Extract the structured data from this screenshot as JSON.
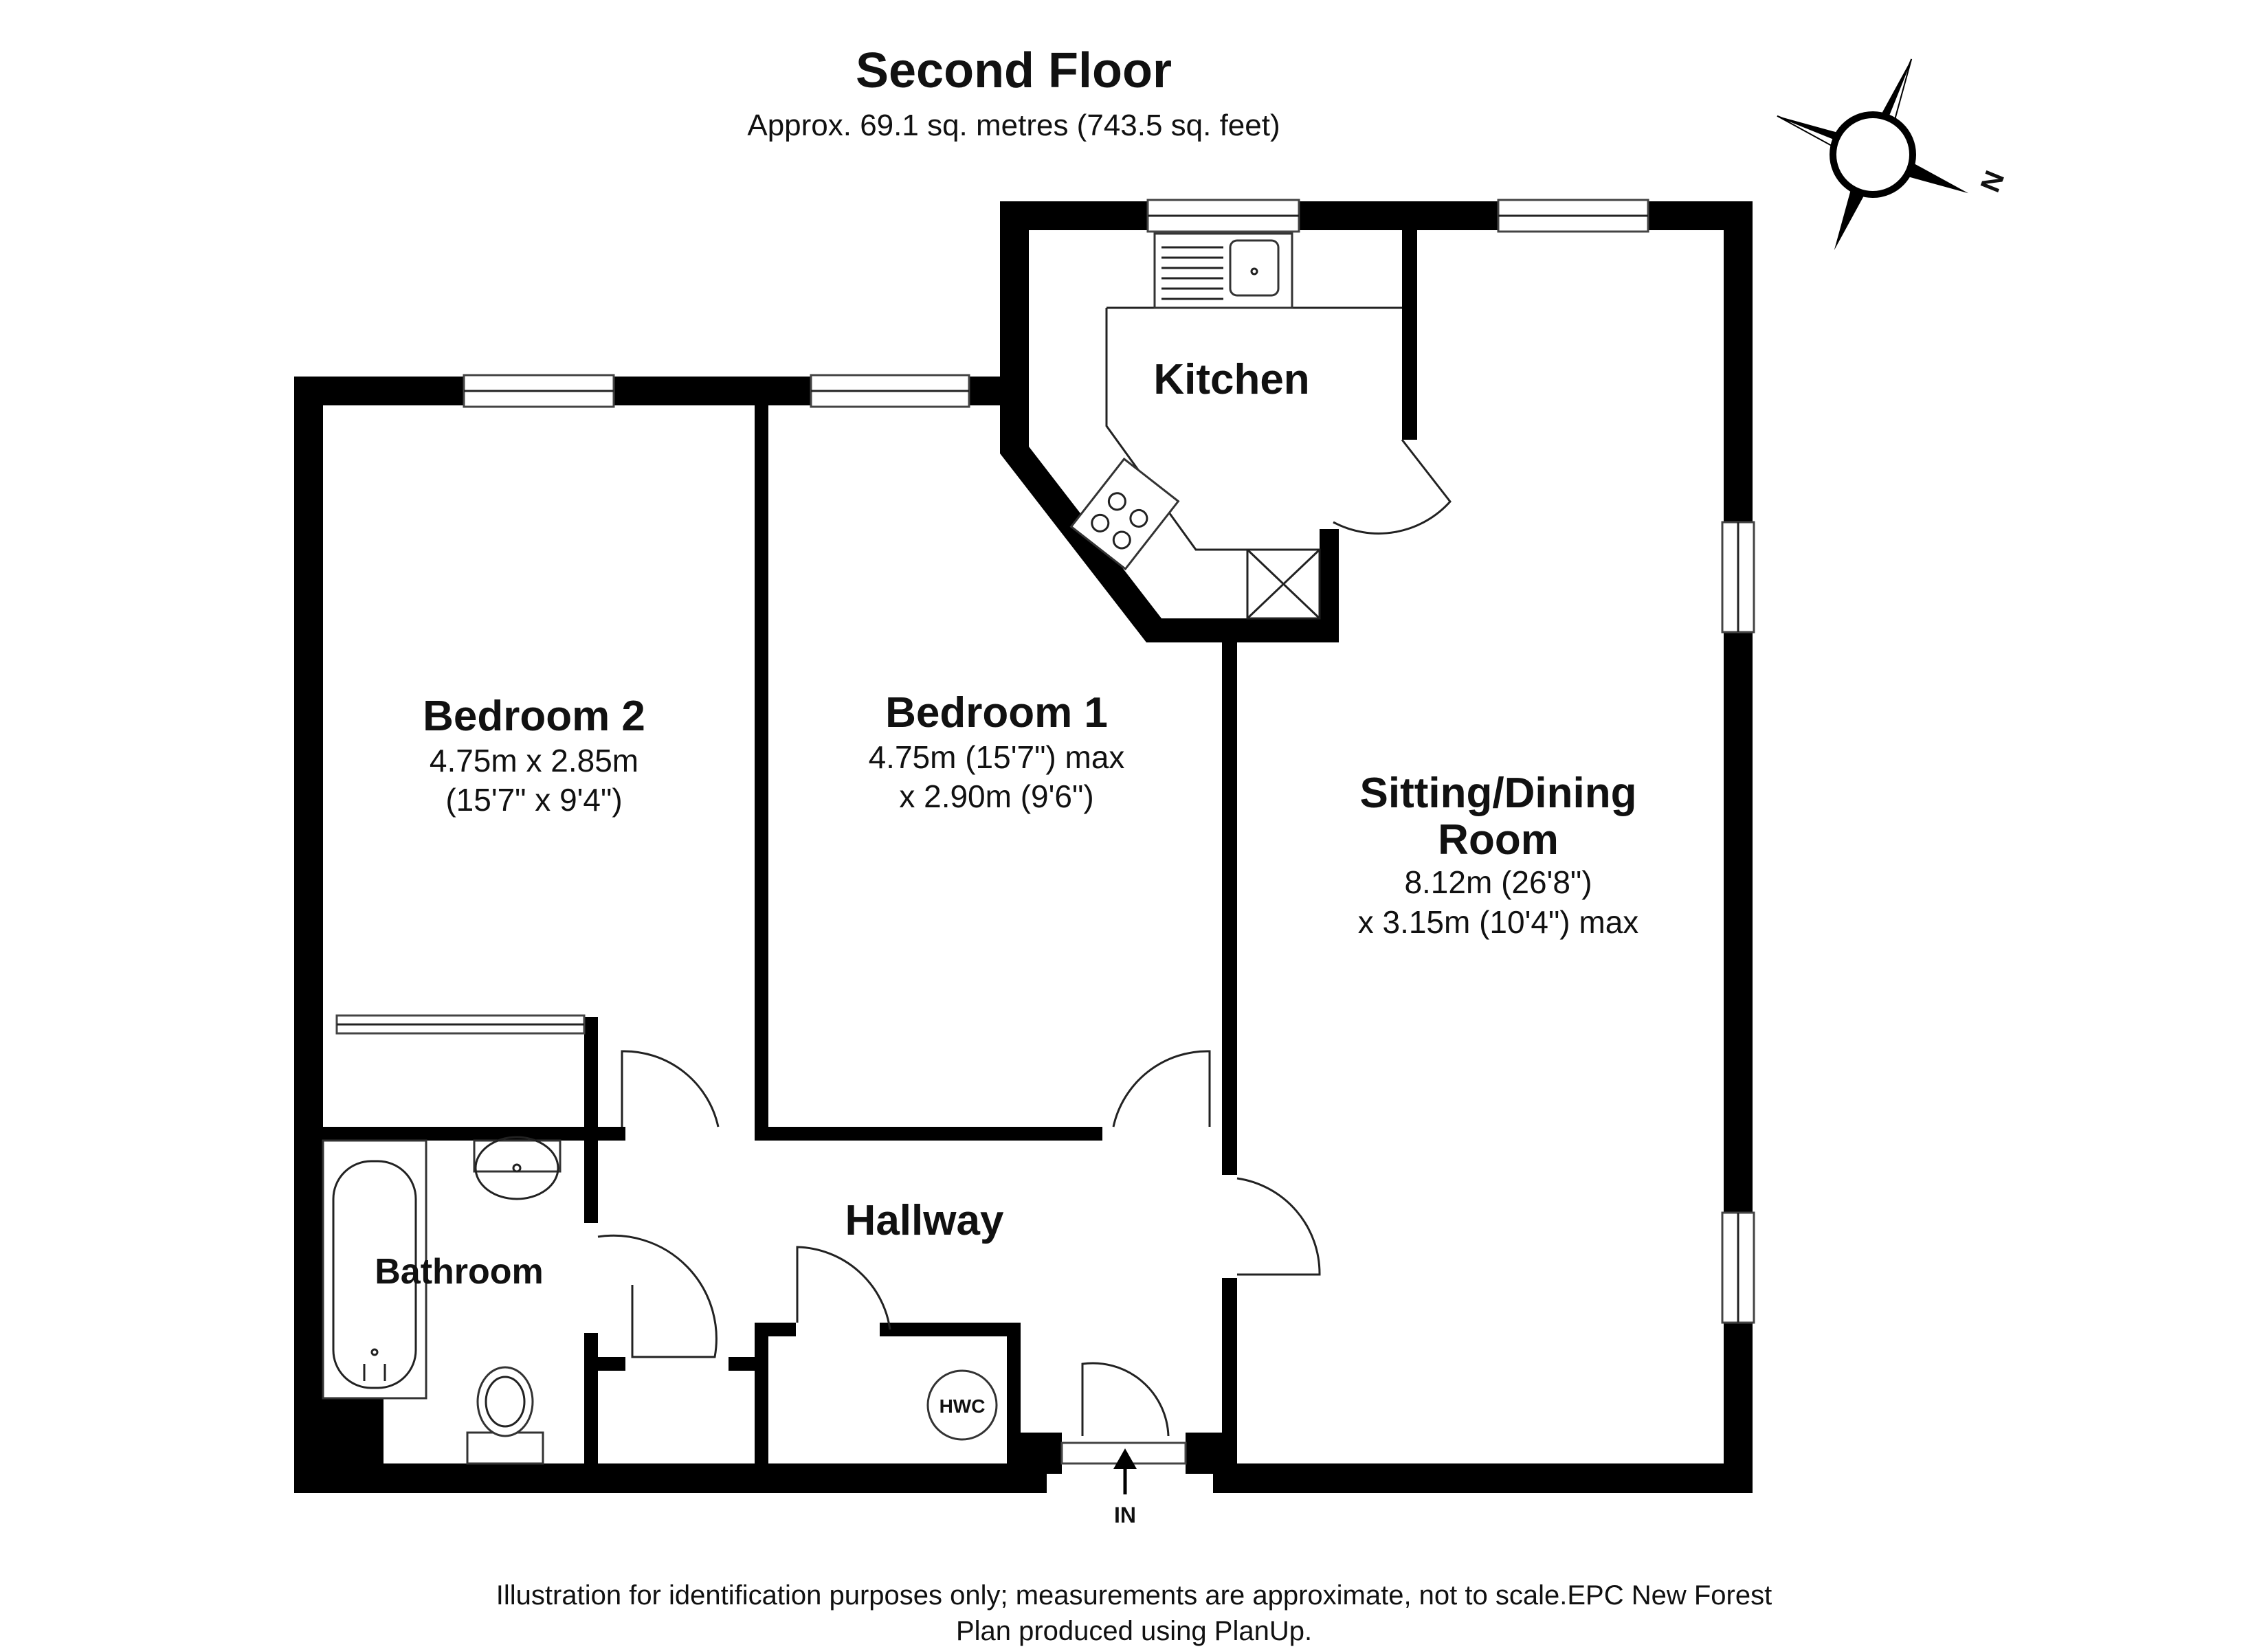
{
  "header": {
    "floor_title": "Second Floor",
    "floor_area": "Approx. 69.1 sq. metres (743.5 sq. feet)"
  },
  "compass": {
    "north_label": "N"
  },
  "rooms": {
    "bedroom2": {
      "name": "Bedroom 2",
      "dim1": "4.75m x 2.85m",
      "dim2": "(15'7\" x 9'4\")"
    },
    "bedroom1": {
      "name": "Bedroom 1",
      "dim1": "4.75m (15'7\") max",
      "dim2": "x 2.90m (9'6\")"
    },
    "kitchen": {
      "name": "Kitchen"
    },
    "sitting": {
      "name1": "Sitting/Dining",
      "name2": "Room",
      "dim1": "8.12m (26'8\")",
      "dim2": "x 3.15m (10'4\") max"
    },
    "hallway": {
      "name": "Hallway"
    },
    "bathroom": {
      "name": "Bathroom"
    }
  },
  "fixtures": {
    "hwc_label": "HWC"
  },
  "entrance": {
    "label": "IN"
  },
  "footer": {
    "line1": "Illustration for identification purposes only; measurements are approximate, not to scale.EPC New Forest",
    "line2": "Plan produced using PlanUp."
  }
}
